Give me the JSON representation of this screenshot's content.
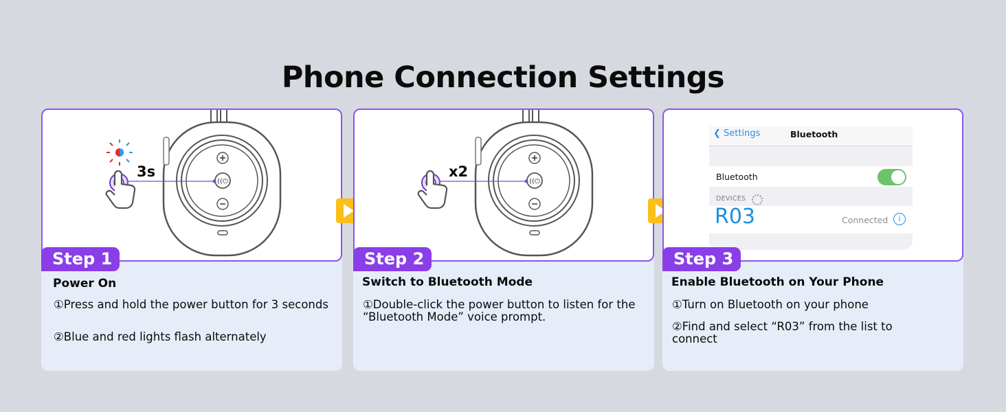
{
  "page": {
    "title": "Phone Connection Settings"
  },
  "steps": [
    {
      "badge": "Step 1",
      "heading": "Power On",
      "items": [
        "①Press and hold the power button for 3 seconds",
        "②Blue and red lights flash alternately"
      ],
      "press_label": "3s"
    },
    {
      "badge": "Step 2",
      "heading": "Switch to Bluetooth Mode",
      "items": [
        "①Double-click the power button  to listen for the “Bluetooth Mode” voice prompt."
      ],
      "press_label": "x2"
    },
    {
      "badge": "Step 3",
      "heading": "Enable Bluetooth on Your Phone",
      "items": [
        "①Turn on Bluetooth on your phone",
        "②Find and select “R03” from the list to connect"
      ]
    }
  ],
  "phone_screen": {
    "back_label": "Settings",
    "nav_title": "Bluetooth",
    "toggle_label": "Bluetooth",
    "toggle_on": true,
    "devices_header": "DEVICES",
    "device_name": "R03",
    "device_status": "Connected"
  },
  "colors": {
    "accent": "#8a3ee8",
    "arrow": "#fbbf17",
    "toggle": "#6cc36c",
    "link": "#2f8be6"
  },
  "icons": [
    "hand-press-icon",
    "led-blink-icon",
    "power-button-icon",
    "plus-icon",
    "minus-icon",
    "play-arrow-icon",
    "chevron-left-icon",
    "info-icon"
  ]
}
